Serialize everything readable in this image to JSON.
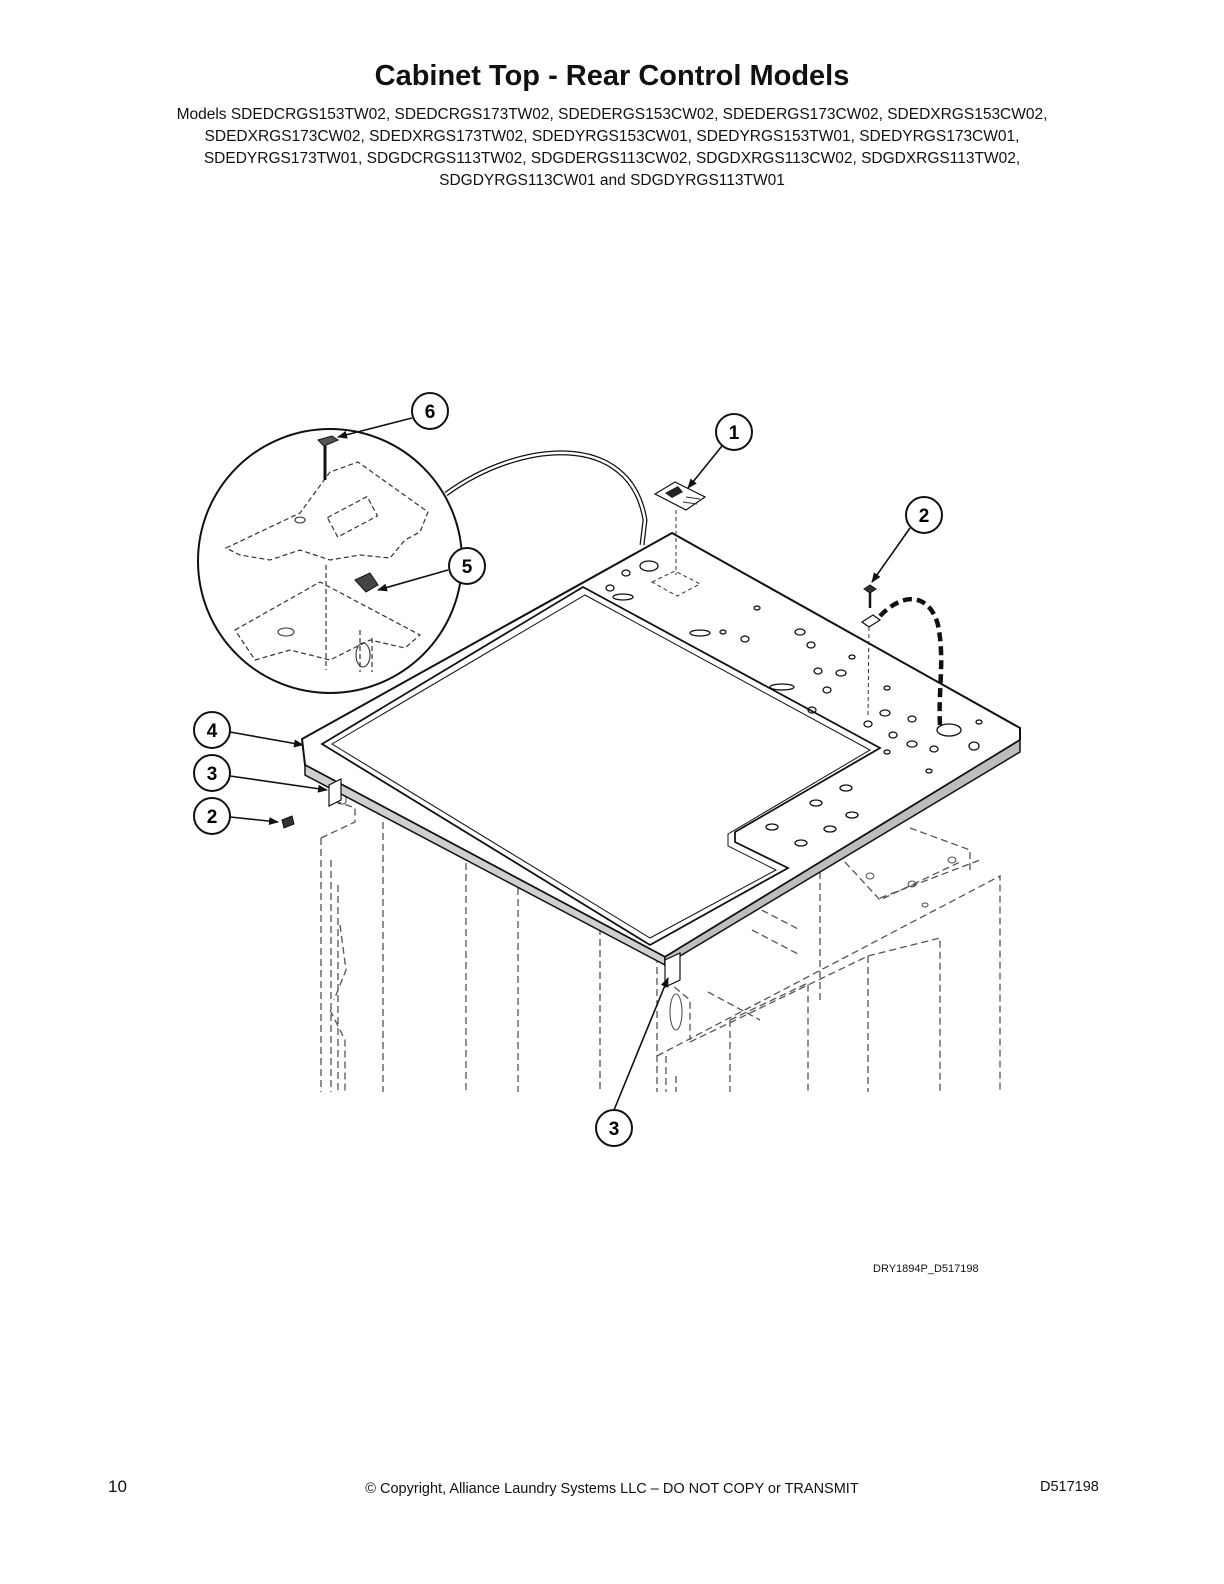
{
  "header": {
    "title": "Cabinet Top - Rear Control Models",
    "models_lines": [
      "Models SDEDCRGS153TW02, SDEDCRGS173TW02, SDEDERGS153CW02, SDEDERGS173CW02, SDEDXRGS153CW02,",
      "SDEDXRGS173CW02, SDEDXRGS173TW02, SDEDYRGS153CW01, SDEDYRGS153TW01, SDEDYRGS173CW01,",
      "SDEDYRGS173TW01, SDGDCRGS113TW02, SDGDERGS113CW02, SDGDXRGS113CW02, SDGDXRGS113TW02,",
      "SDGDYRGS113CW01 and SDGDYRGS113TW01"
    ]
  },
  "diagram": {
    "figure_id": "DRY1894P_D517198",
    "callouts": [
      "6",
      "1",
      "2",
      "5",
      "4",
      "3",
      "2",
      "3"
    ]
  },
  "footer": {
    "page_number": "10",
    "copyright": "© Copyright, Alliance Laundry Systems LLC – DO NOT COPY or TRANSMIT",
    "doc_number": "D517198"
  }
}
